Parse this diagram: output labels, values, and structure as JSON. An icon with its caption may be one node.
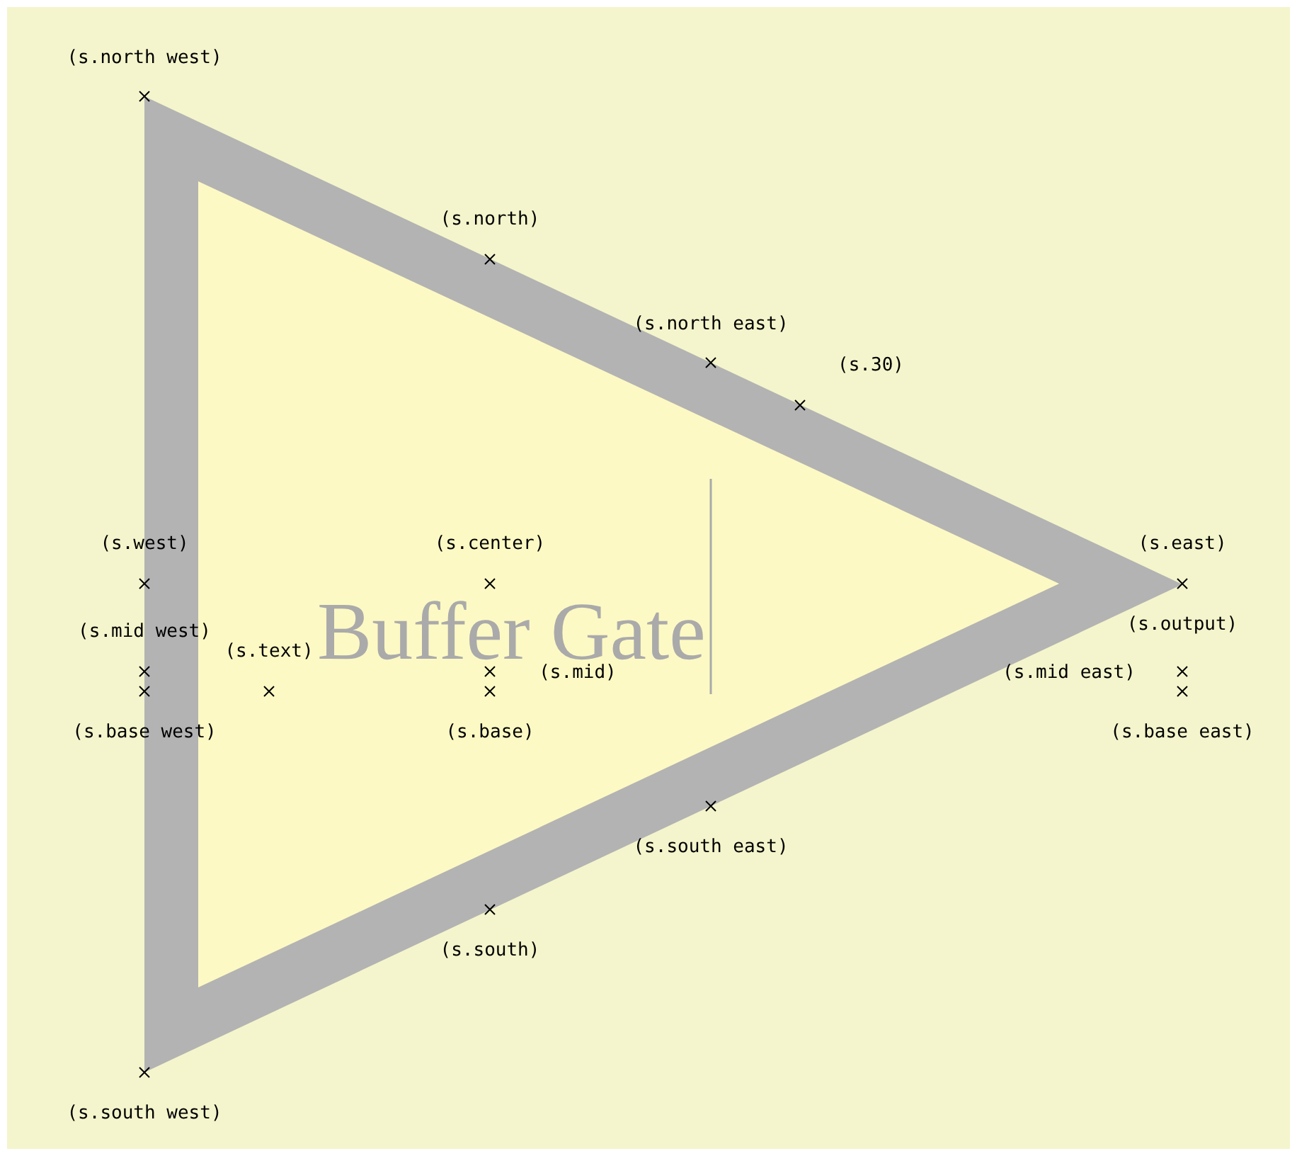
{
  "diagram": {
    "nodes": [
      {
        "text": [
          "Buffer Gate"
        ]
      }
    ],
    "labels": [
      "(s.north west)",
      "(s.north)",
      "(s.north east)",
      "(s.30)",
      "(s.west)",
      "(s.center)",
      "(s.east)",
      "(s.mid west)",
      "(s.output)",
      "(s.text)",
      "(s.mid)",
      "(s.mid east)",
      "(s.base west)",
      "(s.base)",
      "(s.base east)",
      "(s.south east)",
      "(s.south)",
      "(s.south west)"
    ]
  }
}
